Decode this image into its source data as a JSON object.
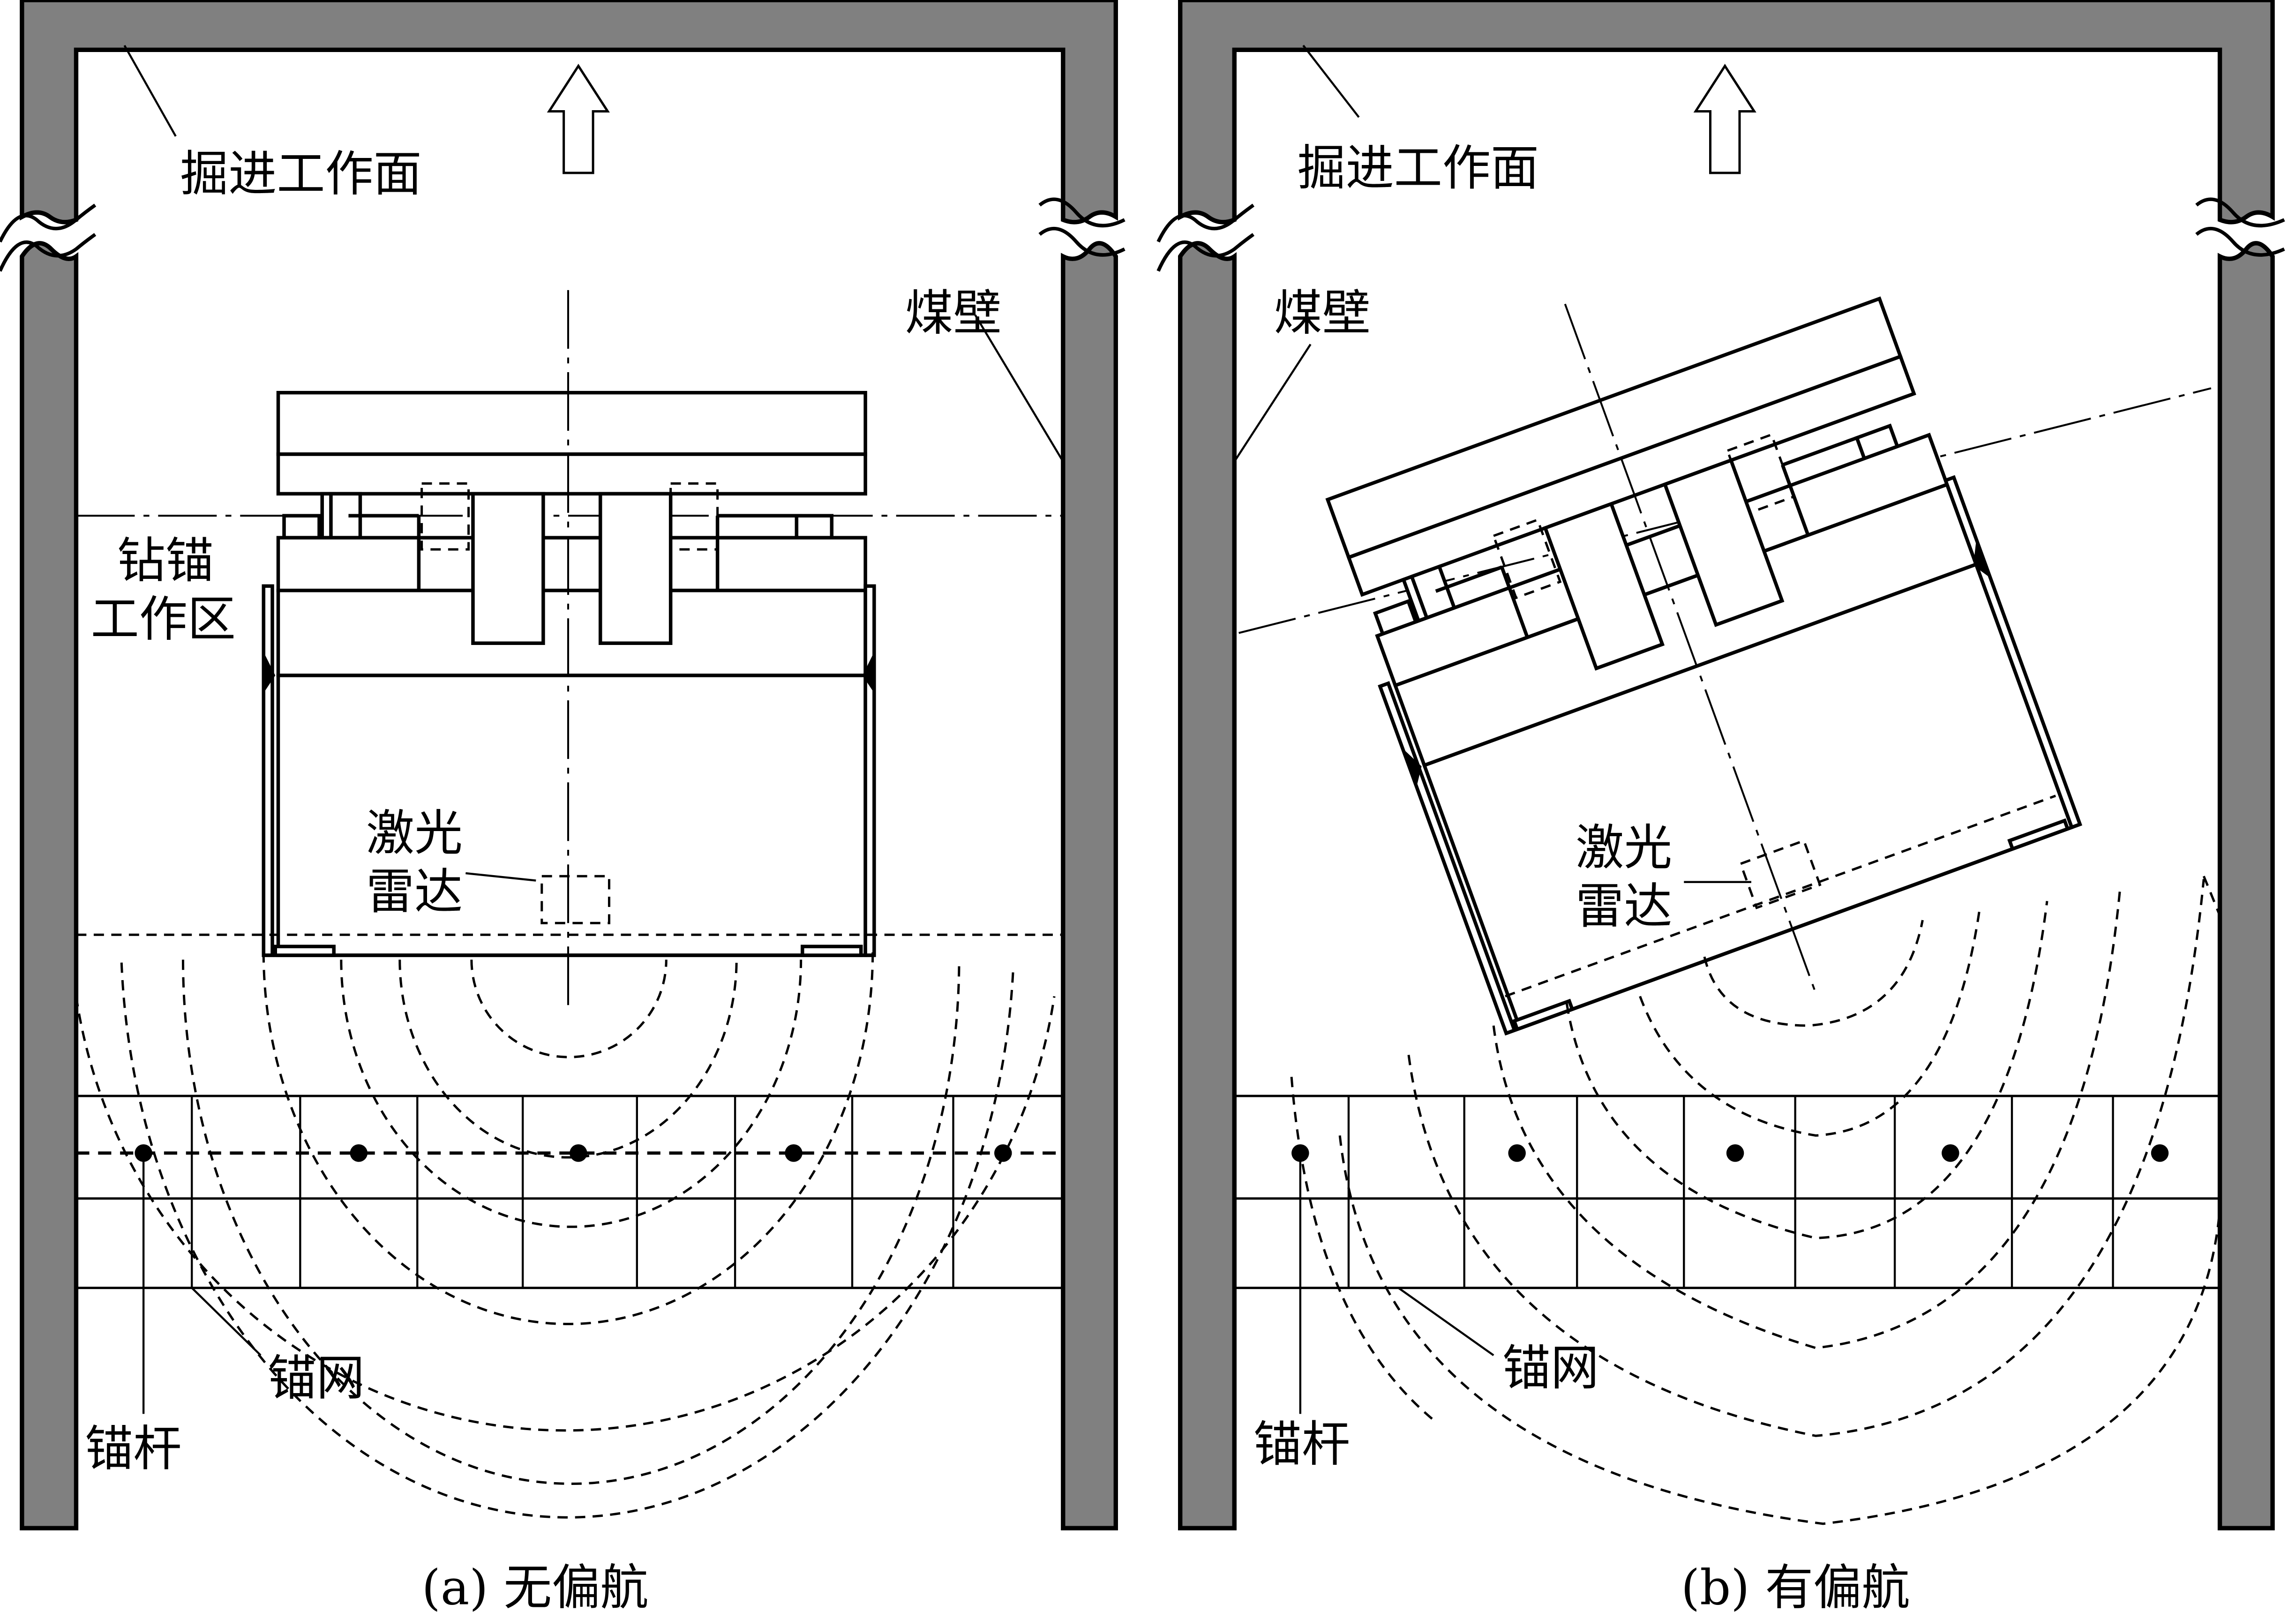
{
  "figure": {
    "panels": [
      {
        "id": "a",
        "caption": "(a)  无偏航",
        "labels": {
          "face": "掘进工作面",
          "wall": "煤壁",
          "work_zone_line1": "钻锚",
          "work_zone_line2": "工作区",
          "lidar_line1": "激光",
          "lidar_line2": "雷达",
          "mesh": "锚网",
          "bolt": "锚杆"
        },
        "yaw": "none",
        "bolt_count": 5
      },
      {
        "id": "b",
        "caption": "(b) 有偏航",
        "labels": {
          "face": "掘进工作面",
          "wall": "煤壁",
          "lidar_line1": "激光",
          "lidar_line2": "雷达",
          "mesh": "锚网",
          "bolt": "锚杆"
        },
        "yaw": "present",
        "bolt_count": 5
      }
    ],
    "colors": {
      "coal_wall": "#808080",
      "line": "#000000",
      "background": "#ffffff"
    }
  }
}
